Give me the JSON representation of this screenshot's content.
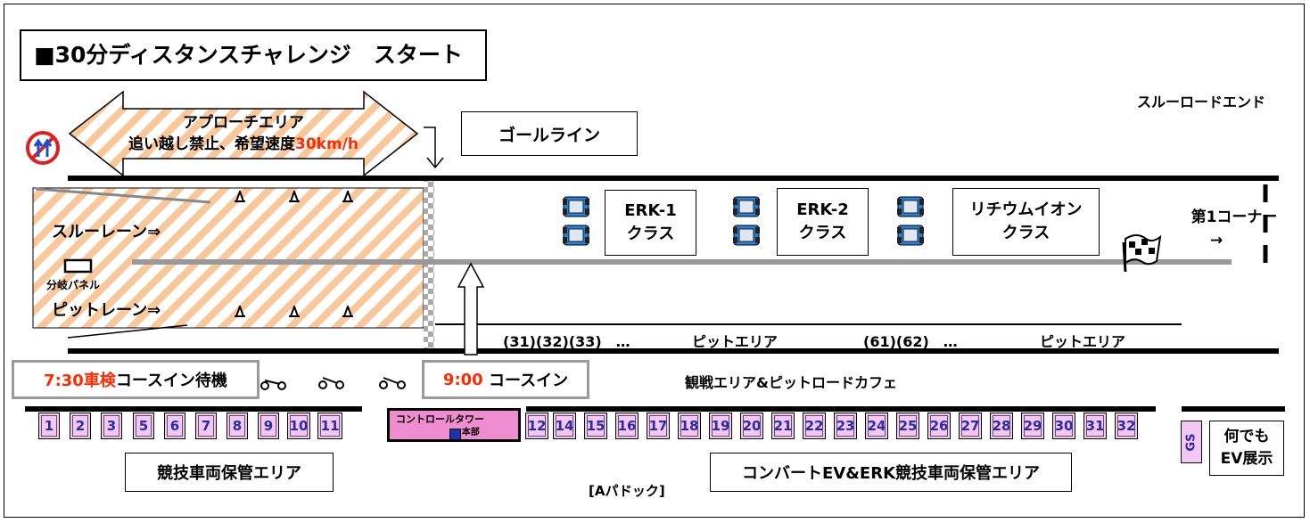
{
  "title": "■30分ディスタンスチャレンジ　スタート",
  "approach": {
    "line1": "アプローチエリア",
    "line2_black": "追い越し禁止、希望速度",
    "line2_red": "30km/h"
  },
  "goal_line": "ゴールライン",
  "through_road_end": "スルーロードエンド",
  "through_lane": "スルーレーン⇒",
  "branch_panel": "分岐パネル",
  "pit_lane": "ピットレーン⇒",
  "classes": [
    {
      "line1": "ERK-1",
      "line2": "クラス"
    },
    {
      "line1": "ERK-2",
      "line2": "クラス"
    },
    {
      "line1": "リチウムイオン",
      "line2": "クラス"
    }
  ],
  "first_corner": {
    "line1": "第1コーナー",
    "line2": "→"
  },
  "pit_row": {
    "group1": "(31)(32)(33)　…",
    "area1": "ピットエリア",
    "group2": "(61)(62)　…",
    "area2": "ピットエリア"
  },
  "wait_box": {
    "red": "7:30車検",
    "black": "コースイン待機"
  },
  "course_in": {
    "red": "9:00",
    "black": " コースイン"
  },
  "spectator": "観戦エリア&ピットロードカフェ",
  "left_slots": [
    "1",
    "2",
    "3",
    "5",
    "6",
    "7",
    "8",
    "9",
    "10",
    "11"
  ],
  "tower": {
    "line1": "コントロールタワー",
    "line2": "2F本部"
  },
  "right_slots": [
    "12",
    "14",
    "15",
    "16",
    "17",
    "18",
    "19",
    "20",
    "21",
    "22",
    "23",
    "24",
    "25",
    "26",
    "27",
    "28",
    "29",
    "30",
    "31",
    "32"
  ],
  "gs": "GS",
  "ev_display": {
    "line1": "何でも",
    "line2": "EV展示"
  },
  "left_storage": "競技車両保管エリア",
  "paddock": "[Aパドック]",
  "right_storage": "コンバートEV&ERK競技車両保管エリア",
  "colors": {
    "accent_red": "#ff2a00",
    "slot_fill": "#f4c6f4",
    "tower_fill": "#f08cd0",
    "hatch": "#f9c89a",
    "kart_blue": "#2a7fd4"
  }
}
